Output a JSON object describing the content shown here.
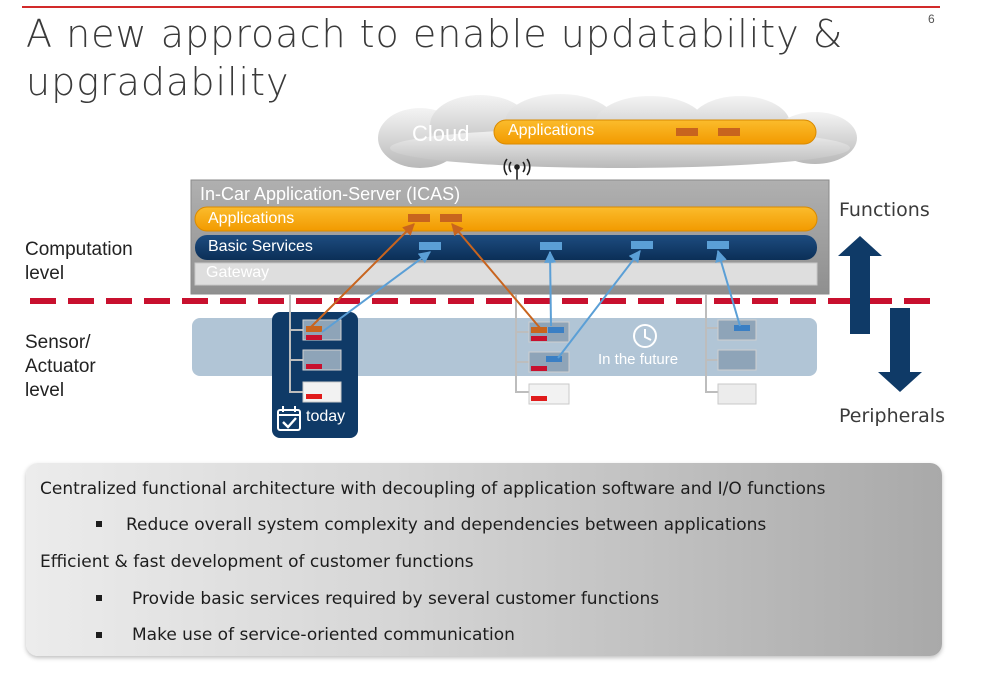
{
  "page": {
    "number": "6",
    "title": "A new approach to enable updatability & upgradability"
  },
  "diagram": {
    "cloud": {
      "label": "Cloud",
      "applications_label": "Applications"
    },
    "icas": {
      "title": "In-Car Application-Server (ICAS)",
      "applications_label": "Applications",
      "basic_services_label": "Basic Services",
      "gateway_label": "Gateway"
    },
    "levels": {
      "computation": [
        "Computation",
        "level"
      ],
      "sensor": [
        "Sensor/",
        "Actuator",
        "level"
      ]
    },
    "future_label": "In the future",
    "today_label": "today",
    "functions_label": "Functions",
    "peripherals_label": "Peripherals",
    "colors": {
      "applications_orange": "#f7a800",
      "basic_services_blue": "#0f3a67",
      "divider_red": "#c8102e",
      "arrow_orange": "#c8641e",
      "arrow_blue": "#5b9fd6"
    }
  },
  "summary": {
    "lines": [
      "Centralized functional architecture with decoupling of application software and I/O functions",
      "Reduce overall system complexity and dependencies between applications",
      "Efficient & fast development of customer functions",
      "Provide basic services required by several customer functions",
      "Make use of service-oriented communication"
    ]
  }
}
